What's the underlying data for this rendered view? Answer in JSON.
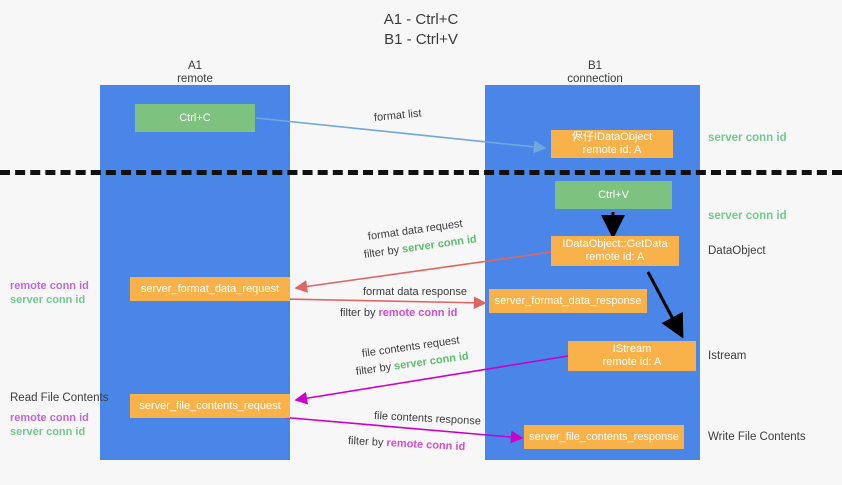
{
  "title_lines": [
    "A1 - Ctrl+C",
    "B1 - Ctrl+V"
  ],
  "columns": [
    {
      "name": "A1",
      "role": "remote"
    },
    {
      "name": "B1",
      "role": "connection"
    }
  ],
  "boxes": {
    "ctrl_c": "Ctrl+C",
    "ctrl_v": "Ctrl+V",
    "idataobject_line1": "侭仔IDataObject",
    "idataobject_line2": "remote id: A",
    "getdata_line1": "IDataObject::GetData",
    "getdata_line2": "remote id: A",
    "istream_line1": "IStream",
    "istream_line2": "remote id: A",
    "server_format_data_request": "server_format_data_request",
    "server_format_data_response": "server_format_data_response",
    "server_file_contents_request": "server_file_contents_request",
    "server_file_contents_response": "server_file_contents_response"
  },
  "side_labels": {
    "server_conn_id_top": "server conn id",
    "server_conn_id_mid": "server conn id",
    "data_object": "DataObject",
    "istream": "Istream",
    "write_file_contents": "Write File Contents",
    "read_file_contents": "Read File Contents"
  },
  "left_tags": {
    "remote_conn_id_1": "remote conn id",
    "server_conn_id_1": "server conn id",
    "remote_conn_id_2": "remote conn id",
    "server_conn_id_2": "server conn id"
  },
  "edges": {
    "format_list": "format list",
    "format_data_request": "format data request",
    "format_data_request_filter_prefix": "filter by ",
    "format_data_request_filter_value": "server conn id",
    "format_data_response": "format data response",
    "format_data_response_filter_prefix": "filter by ",
    "format_data_response_filter_value": "remote conn id",
    "file_contents_request": "file contents request",
    "file_contents_request_filter_prefix": "filter by ",
    "file_contents_request_filter_value": "server conn id",
    "file_contents_response": "file contents response",
    "file_contents_response_filter_prefix": "filter by ",
    "file_contents_response_filter_value": "remote conn id"
  },
  "colors": {
    "lane": "#4a86e8",
    "orange": "#f9b24a",
    "green_box": "#7dc37f",
    "conn_green": "#73c990",
    "conn_purple": "#c06ad6",
    "arrow_blue": "#6fa8dc",
    "arrow_red": "#e06666",
    "arrow_magenta": "#cc00cc",
    "arrow_black": "#000000"
  }
}
